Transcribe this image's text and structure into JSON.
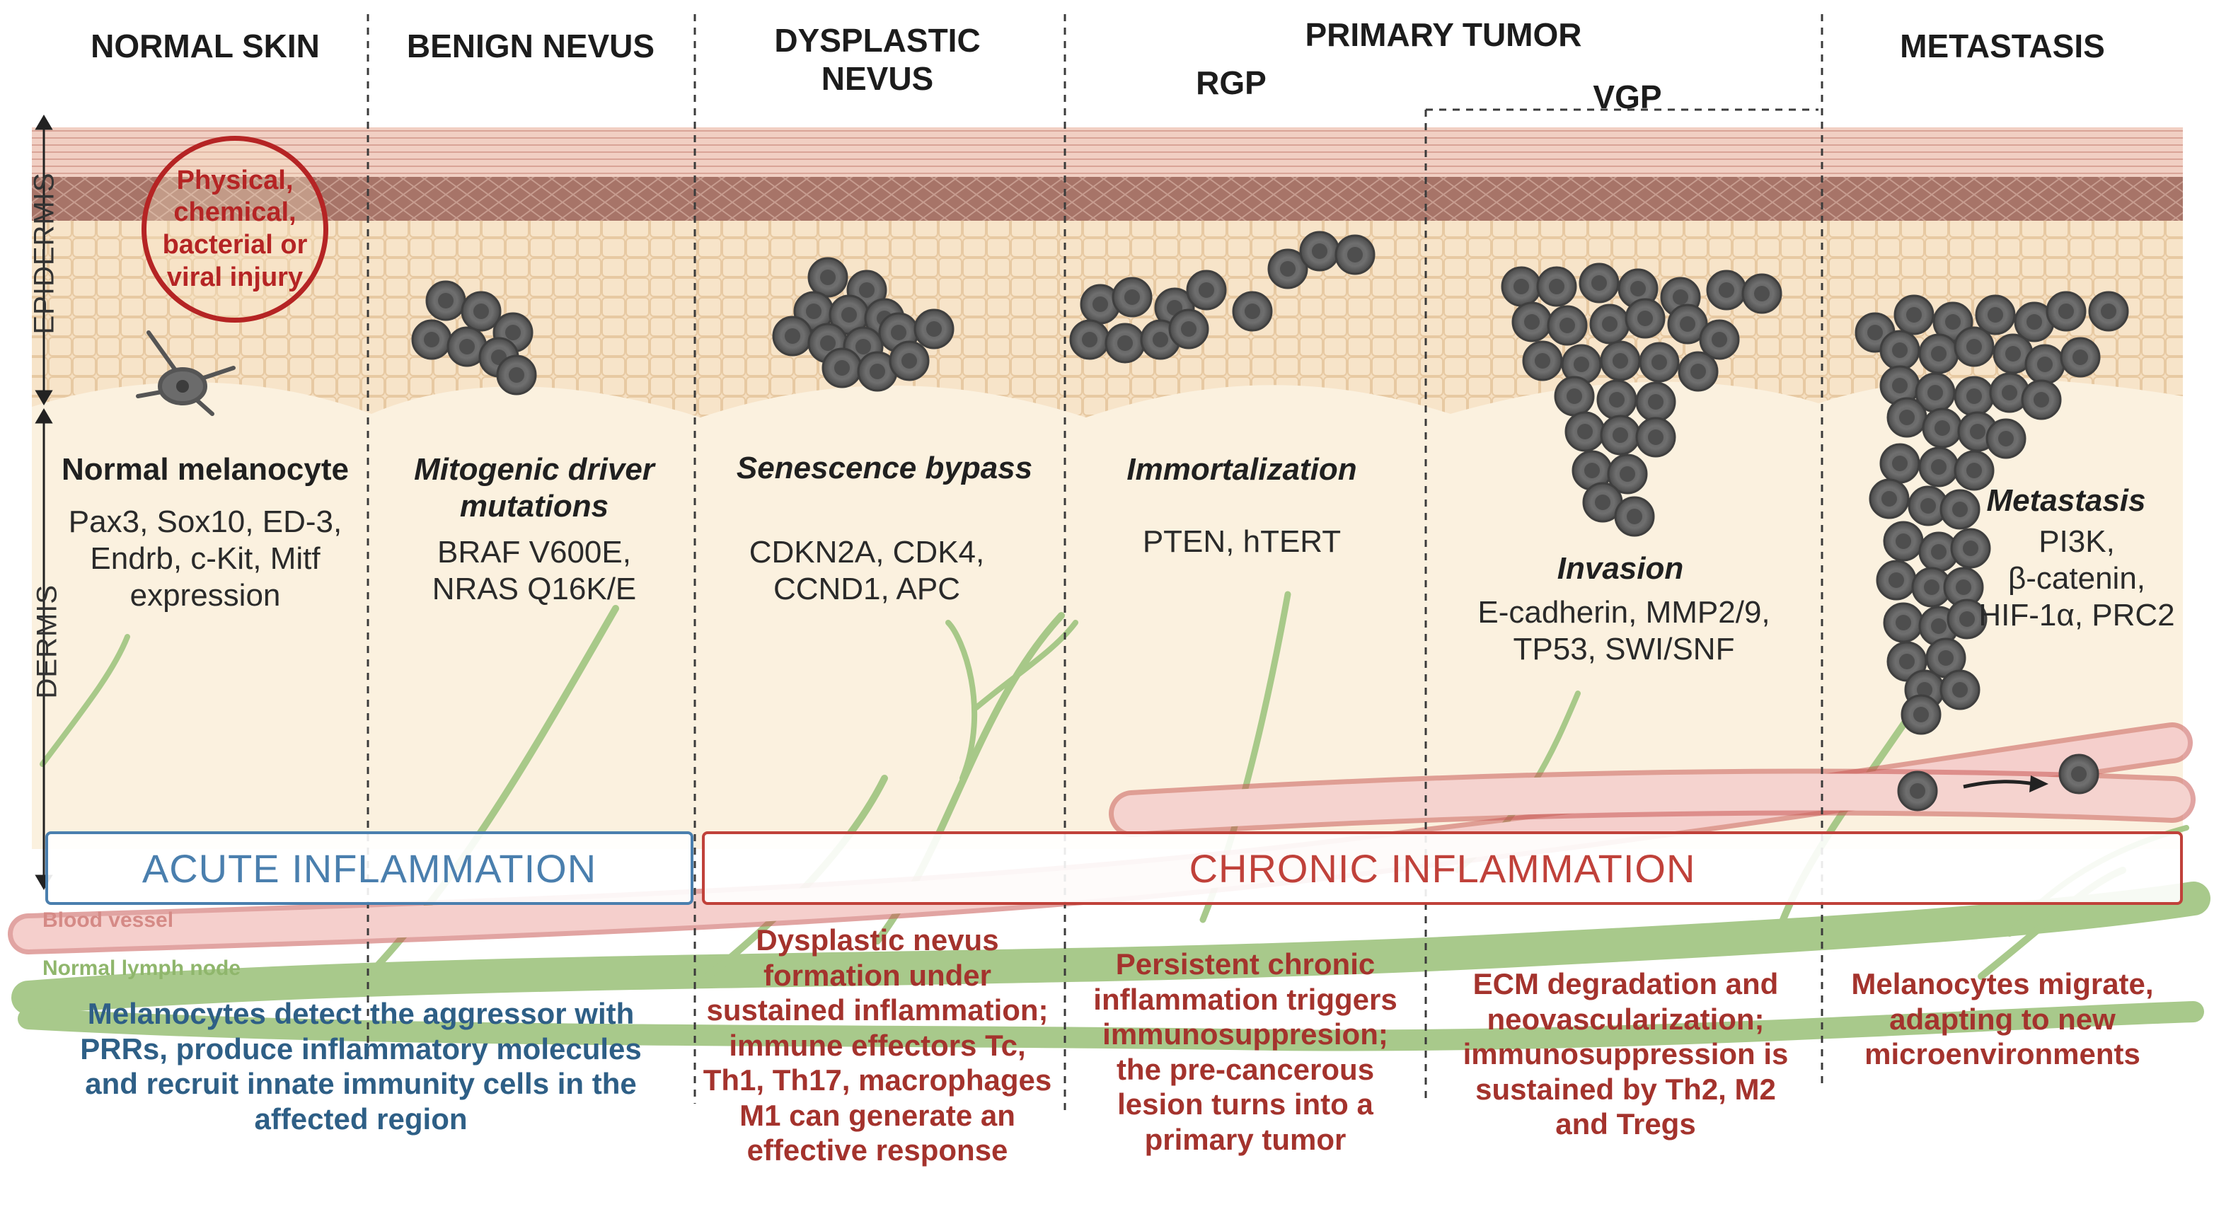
{
  "headers": {
    "normal_skin": "NORMAL SKIN",
    "benign_nevus": "BENIGN NEVUS",
    "dysplastic_nevus": "DYSPLASTIC\nNEVUS",
    "primary_tumor": "PRIMARY TUMOR",
    "rgp": "RGP",
    "vgp": "VGP",
    "metastasis": "METASTASIS"
  },
  "layers": {
    "epidermis": "EPIDERMIS",
    "dermis": "DERMIS",
    "blood_vessel": "Blood vessel",
    "lymph_node": "Normal lymph node"
  },
  "injury_label": "Physical,\nchemical,\nbacterial or\nviral injury",
  "stages": {
    "normal": {
      "step": "Normal melanocyte",
      "genes": "Pax3, Sox10, ED-3,\nEndrb, c-Kit, Mitf\nexpression"
    },
    "benign": {
      "step": "Mitogenic driver\nmutations",
      "genes": "BRAF V600E,\nNRAS Q16K/E"
    },
    "dysplastic": {
      "step": "Senescence bypass",
      "genes": "CDKN2A, CDK4,\nCCND1, APC"
    },
    "rgp": {
      "step": "Immortalization",
      "genes": "PTEN, hTERT"
    },
    "vgp": {
      "step": "Invasion",
      "genes": "E-cadherin, MMP2/9,\nTP53, SWI/SNF"
    },
    "metastasis": {
      "step": "Metastasis",
      "genes": "PI3K,\nβ-catenin,\nHIF-1α, PRC2"
    }
  },
  "inflammation": {
    "acute": "ACUTE INFLAMMATION",
    "chronic": "CHRONIC INFLAMMATION"
  },
  "notes": {
    "normal_benign": "Melanocytes detect the aggressor with\nPRRs, produce inflammatory molecules\nand recruit innate immunity cells in the\naffected region",
    "dysplastic": "Dysplastic nevus\nformation under\nsustained inflammation;\nimmune effectors Tc,\nTh1, Th17, macrophages\nM1 can generate an\neffective response",
    "rgp": "Persistent chronic\ninflammation triggers\nimmunosuppresion;\nthe pre-cancerous\nlesion turns into a\nprimary tumor",
    "vgp": "ECM degradation and\nneovascularization;\nimmunosuppression is\nsustained by Th2, M2\nand Tregs",
    "metastasis": "Melanocytes migrate,\nadapting to new\nmicroenvironments"
  },
  "colors": {
    "epidermis": "#f3dcbd",
    "dermis": "#fbf1df",
    "cell": "#5a5a5a",
    "acute": "#4a7fae",
    "chronic": "#c0413a",
    "blood_vessel": "#f2c3c0",
    "lymph": "#9fc47f"
  }
}
